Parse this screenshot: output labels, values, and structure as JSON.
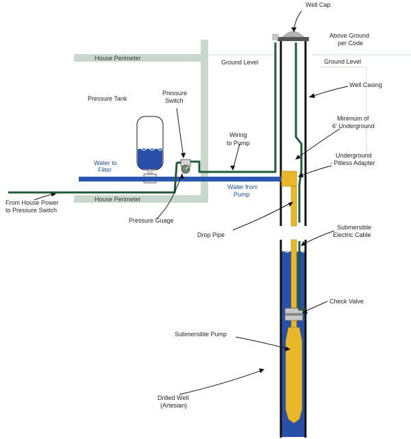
{
  "labels": {
    "well_cap": "Well Cap",
    "above_ground_1": "Above Ground",
    "above_ground_2": "per Code",
    "ground_level_left": "Ground Level",
    "ground_level_right": "Ground Level",
    "house_perimeter_top": "House Perimeter",
    "house_perimeter_bottom": "House Perimeter",
    "well_casing": "Well Casing",
    "pressure_tank": "Pressure Tank",
    "pressure_switch_1": "Pressure",
    "pressure_switch_2": "Switch",
    "minimum_1": "Minimum of",
    "minimum_2": "6' Underground",
    "wiring_1": "Wiring",
    "wiring_2": "to Pump",
    "underground_1": "Underground",
    "underground_2": "- Pitless Adapter",
    "water_to_filter_1": "Water to",
    "water_to_filter_2": "Filter",
    "water_from_pump_1": "Water from",
    "water_from_pump_2": "Pump",
    "house_power_1": "From House Power",
    "house_power_2": "to Pressure Switch",
    "pressure_gauge": "Pressure Guage",
    "drop_pipe": "Drop Pipe",
    "submersible_cable_1": "Submersible",
    "submersible_cable_2": "Electric Cable",
    "check_valve": "Check Valve",
    "submersible_pump": "Submersible Pump",
    "drilled_well_1": "Drilled Well",
    "drilled_well_2": "(Artesian)"
  },
  "colors": {
    "house_wall": "#c9d8cc",
    "water_line": "#2a56b0",
    "wire": "#1e5c35",
    "drop_pipe": "#e8b82a",
    "well_water": "#2a4fa8",
    "casing": "#111111",
    "cap": "#b0b0b0"
  }
}
